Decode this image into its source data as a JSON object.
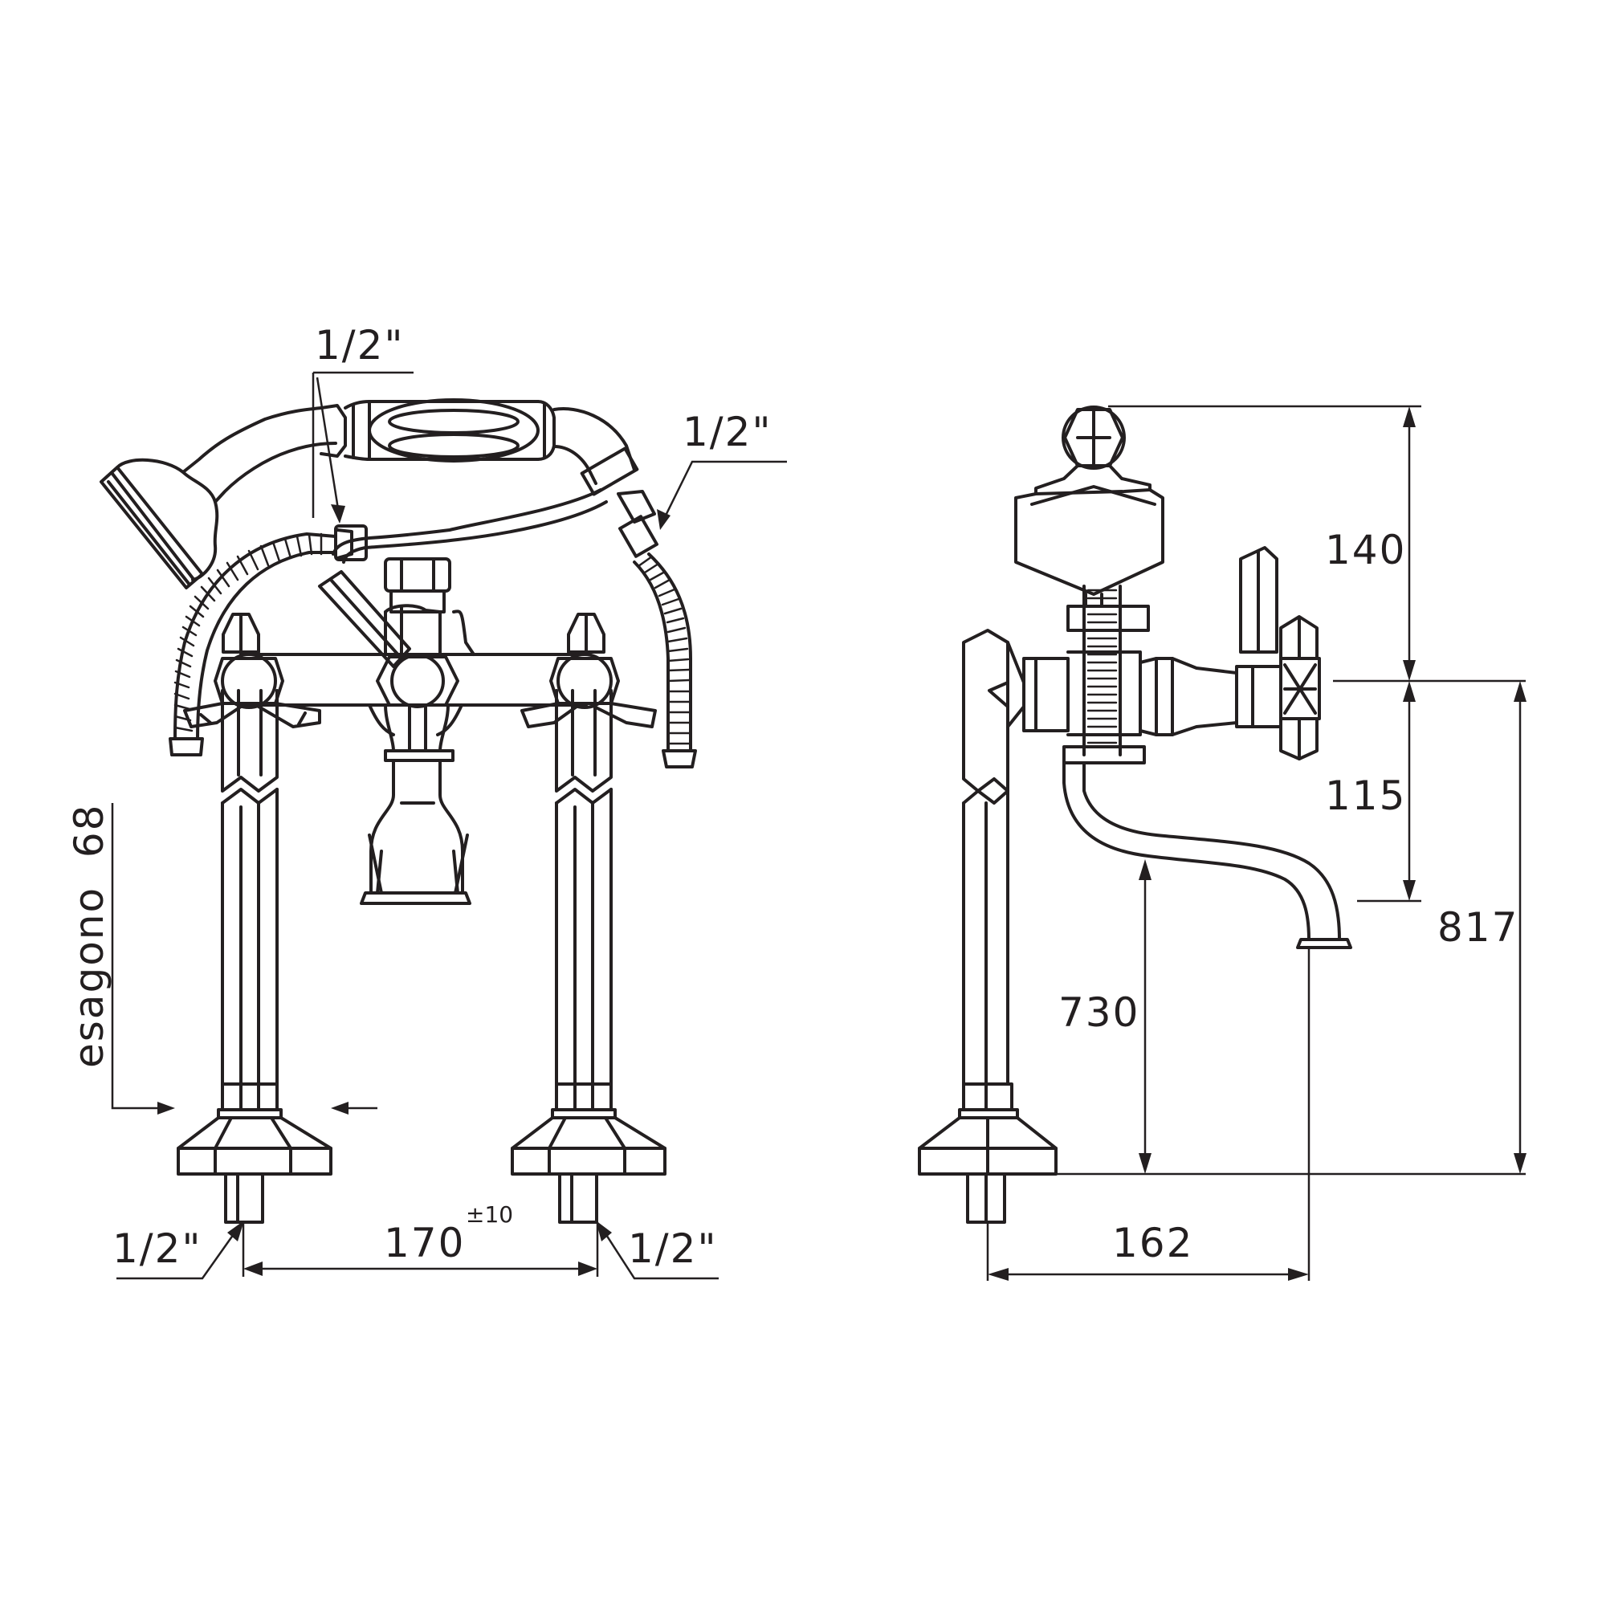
{
  "front_view": {
    "hose_thread_top": "1/2\"",
    "hose_thread_right": "1/2\"",
    "inlet_thread_left": "1/2\"",
    "inlet_thread_right": "1/2\"",
    "centre_distance": "170",
    "centre_distance_tolerance": "±10",
    "hex_label": "esagono  68"
  },
  "side_view": {
    "handset_height": "140",
    "spout_drop": "115",
    "overall_height": "817",
    "spout_height": "730",
    "projection": "162"
  }
}
